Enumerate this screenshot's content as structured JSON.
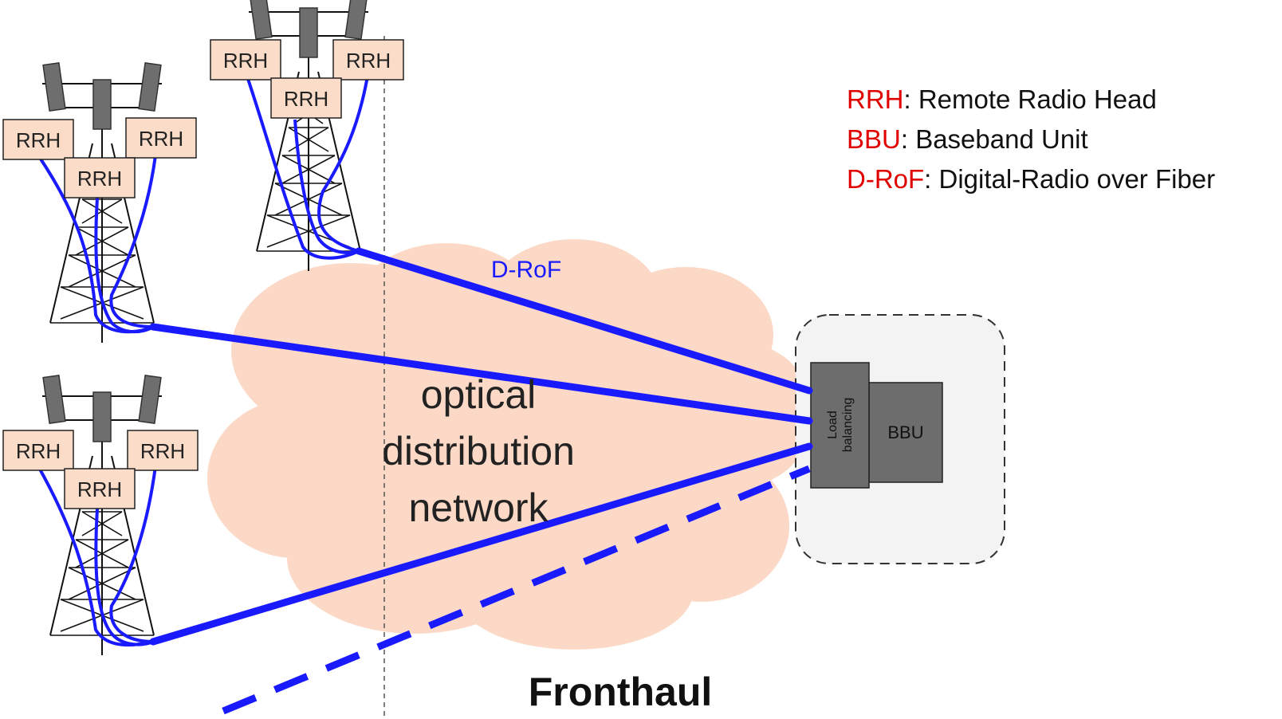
{
  "legend": [
    {
      "term": "RRH",
      "definition": ": Remote Radio Head"
    },
    {
      "term": "BBU",
      "definition": ": Baseband Unit"
    },
    {
      "term": "D-RoF",
      "definition": ": Digital-Radio over Fiber"
    }
  ],
  "diagram": {
    "rrh_label": "RRH",
    "cloud_lines": [
      "optical",
      "distribution",
      "network"
    ],
    "link_label": "D-RoF",
    "load_balancing_lines": [
      "Load",
      "balancing"
    ],
    "bbu_label": "BBU",
    "fronthaul_label": "Fronthaul"
  },
  "colors": {
    "fiber": "#1a1aff",
    "cloud": "#fbd9c6",
    "rrh_box": "#fbdcc8",
    "legend_term": "#e00000",
    "bbu_box": "#6d6d6d",
    "pool_background": "#f3f3f3"
  },
  "icons": [
    "cell-tower-icon",
    "antenna-panel-icon",
    "cloud-shape"
  ]
}
